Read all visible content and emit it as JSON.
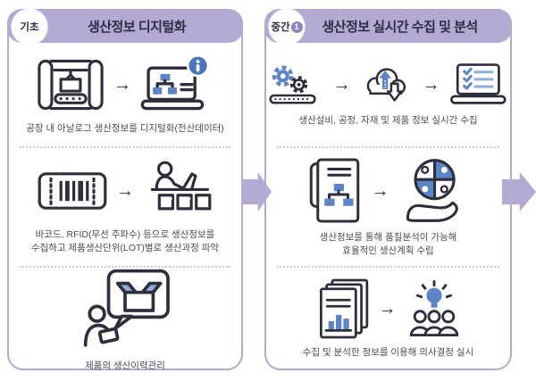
{
  "colors": {
    "purple": "#b2aad2",
    "badge_number_bg": "#8f84c2",
    "title_text": "#2d2d45",
    "caption_text": "#4c4c58",
    "icon_outline": "#2e2e3c",
    "icon_blue": "#5d84c4",
    "icon_blue_light": "#8fb0d8",
    "background": "#ffffff"
  },
  "arrow_glyph": "→",
  "panels": [
    {
      "badge": {
        "label": "기초"
      },
      "title": "생산정보 디지털화",
      "steps": [
        {
          "icons": [
            "blueprint-machine-icon",
            "laptop-diagram-info-icon"
          ],
          "lines": [
            "공장 내 아날로그 생산정보를 디지털화(전산데이터)"
          ]
        },
        {
          "icons": [
            "barcode-ticket-icon",
            "worker-checklist-icon"
          ],
          "lines": [
            "바코드, RFID(무선 주파수) 등으로 생산정보를",
            "수집하고 제품생산단위(LOT)별로 생산과정 파악"
          ]
        },
        {
          "icons": [
            "person-package-bubble-icon"
          ],
          "lines": [
            "제품의 생산이력관리"
          ]
        }
      ]
    },
    {
      "badge": {
        "label": "중간",
        "number": "1"
      },
      "title": "생산정보 실시간 수집 및 분석",
      "steps": [
        {
          "icons": [
            "gears-machine-icon",
            "cloud-sync-icon",
            "laptop-checklist-icon"
          ],
          "lines": [
            "생산설비, 공정, 자재 및 제품 정보 실시간 수집"
          ]
        },
        {
          "icons": [
            "report-flowchart-icon",
            "hand-puzzle-globe-icon"
          ],
          "lines": [
            "생산정보를 통해 품질분석이 가능해",
            "효율적인 생산계획 수립"
          ]
        },
        {
          "icons": [
            "document-stack-chart-icon",
            "idea-team-icon"
          ],
          "lines": [
            "수집 및 분석한 정보를 이용해 의사결정 실시"
          ]
        }
      ]
    }
  ]
}
